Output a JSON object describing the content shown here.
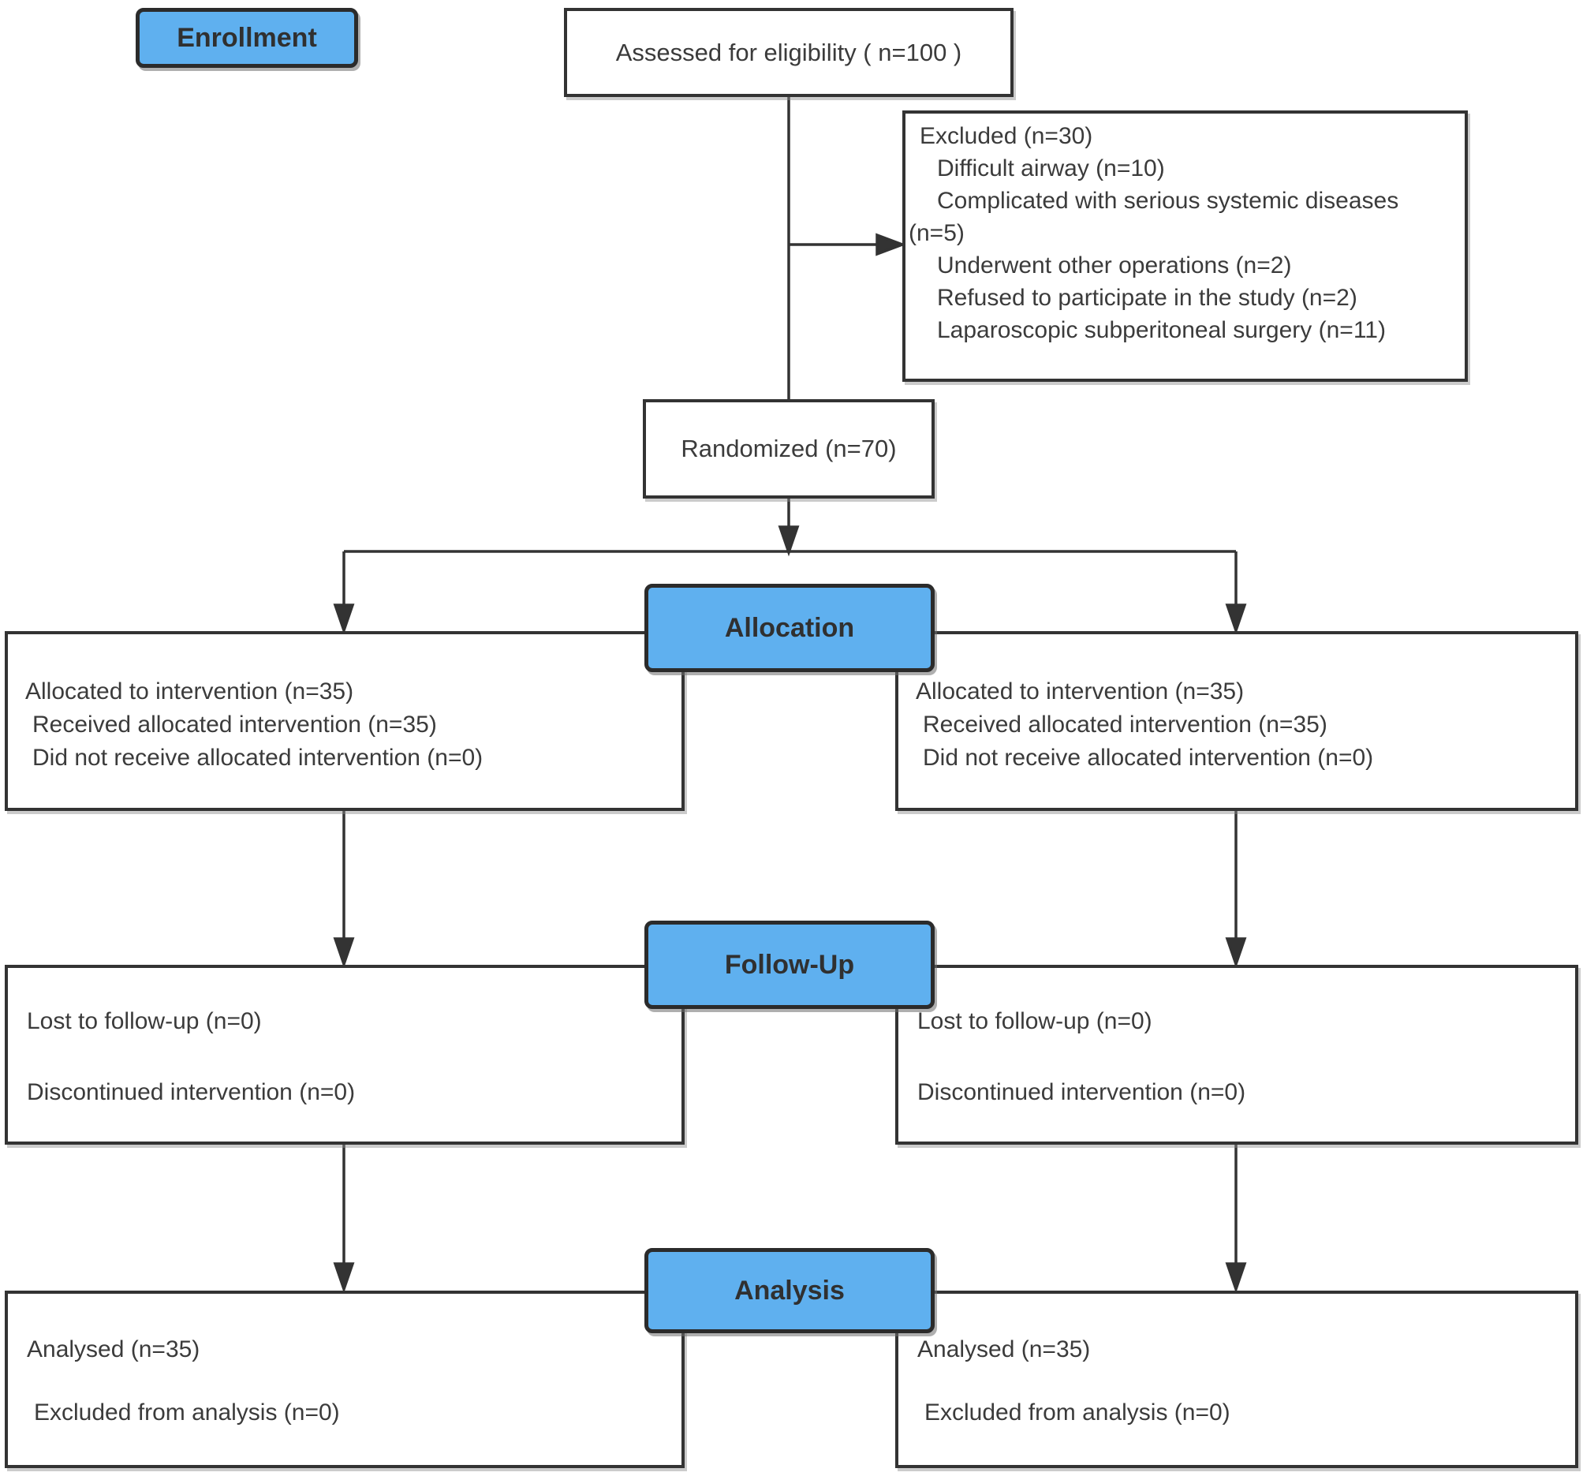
{
  "enrollment": {
    "label": "Enrollment"
  },
  "assessed": {
    "text": "Assessed for eligibility ( n=100 )"
  },
  "excluded": {
    "lines": [
      "Excluded  (n=30)",
      "Difficult airway (n=10)",
      "Complicated with serious systemic diseases",
      "(n=5)",
      "Underwent other operations (n=2)",
      "Refused to participate in the study (n=2)",
      "Laparoscopic subperitoneal surgery (n=11)"
    ]
  },
  "randomized": {
    "text": "Randomized (n=70)"
  },
  "stages": {
    "allocation": "Allocation",
    "follow_up": "Follow-Up",
    "analysis": "Analysis"
  },
  "allocation": {
    "left": {
      "lines": [
        "Allocated to intervention (n=35)",
        "Received allocated intervention (n=35)",
        "Did not receive allocated intervention (n=0)"
      ]
    },
    "right": {
      "lines": [
        "Allocated to intervention (n=35)",
        "Received allocated intervention (n=35)",
        "Did not receive allocated intervention (n=0)"
      ]
    }
  },
  "follow_up": {
    "left": {
      "lines": [
        "Lost to follow-up (n=0)",
        "Discontinued intervention (n=0)"
      ]
    },
    "right": {
      "lines": [
        "Lost to follow-up (n=0)",
        "Discontinued intervention (n=0)"
      ]
    }
  },
  "analysis": {
    "left": {
      "lines": [
        "Analysed  (n=35)",
        "Excluded from analysis (n=0)"
      ]
    },
    "right": {
      "lines": [
        "Analysed  (n=35)",
        "Excluded from analysis (n=0)"
      ]
    }
  },
  "colors": {
    "stage_fill": "#5fb0ef",
    "border": "#333333",
    "text": "#3b3b3b",
    "connector": "#333333"
  }
}
